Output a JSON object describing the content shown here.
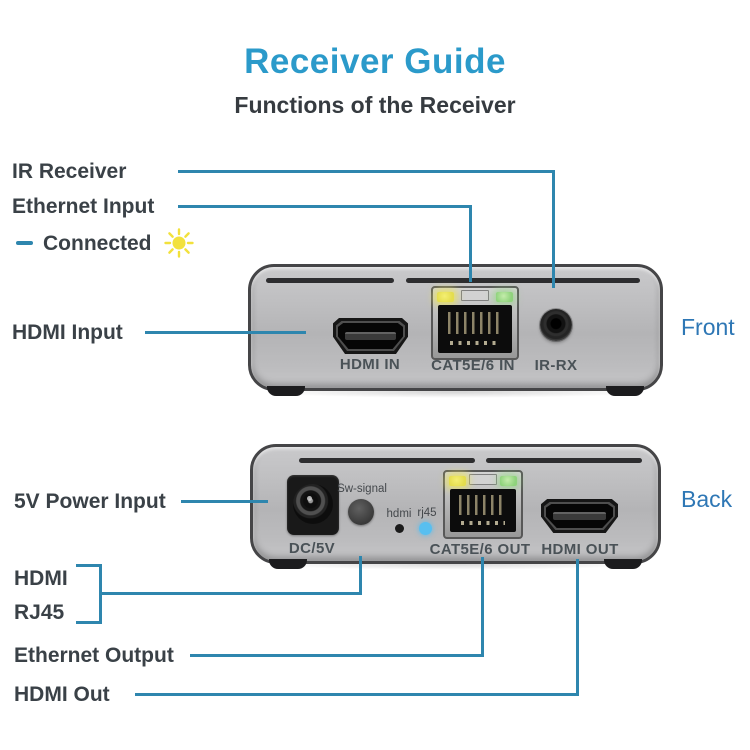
{
  "header": {
    "title": "Receiver Guide",
    "subtitle": "Functions of the Receiver"
  },
  "callouts": {
    "ir_receiver": "IR Receiver",
    "ethernet_input": "Ethernet Input",
    "connected": "Connected",
    "hdmi_input": "HDMI Input",
    "power_input": "5V Power Input",
    "hdmi": "HDMI",
    "rj45": "RJ45",
    "ethernet_output": "Ethernet Output",
    "hdmi_out": "HDMI Out"
  },
  "front_panel": {
    "view_label": "Front",
    "ports": [
      {
        "name": "hdmi-in",
        "label": "HDMI IN"
      },
      {
        "name": "cat5e6-in",
        "label": "CAT5E/6 IN"
      },
      {
        "name": "ir-rx",
        "label": "IR-RX"
      }
    ]
  },
  "back_panel": {
    "view_label": "Back",
    "ports": [
      {
        "name": "dc-5v",
        "label": "DC/5V"
      },
      {
        "name": "sw-signal",
        "label": "Sw-signal"
      },
      {
        "name": "led-hdmi",
        "label": "hdmi"
      },
      {
        "name": "led-rj45",
        "label": "rj45"
      },
      {
        "name": "cat5e6-out",
        "label": "CAT5E/6 OUT"
      },
      {
        "name": "hdmi-out",
        "label": "HDMI OUT"
      }
    ]
  },
  "icons": {
    "connected_status": "sun-icon",
    "connected_dash": "dash-icon"
  },
  "colors": {
    "title": "#2b9aca",
    "subtitle": "#363b40",
    "label_text": "#3a4147",
    "view_label": "#2e77b5",
    "line": "#2e86ae",
    "sun": "#f2e13c",
    "led_rj45": "#58bff0",
    "led_yellow": "#e4dd4e",
    "led_green": "#8fd37c"
  }
}
